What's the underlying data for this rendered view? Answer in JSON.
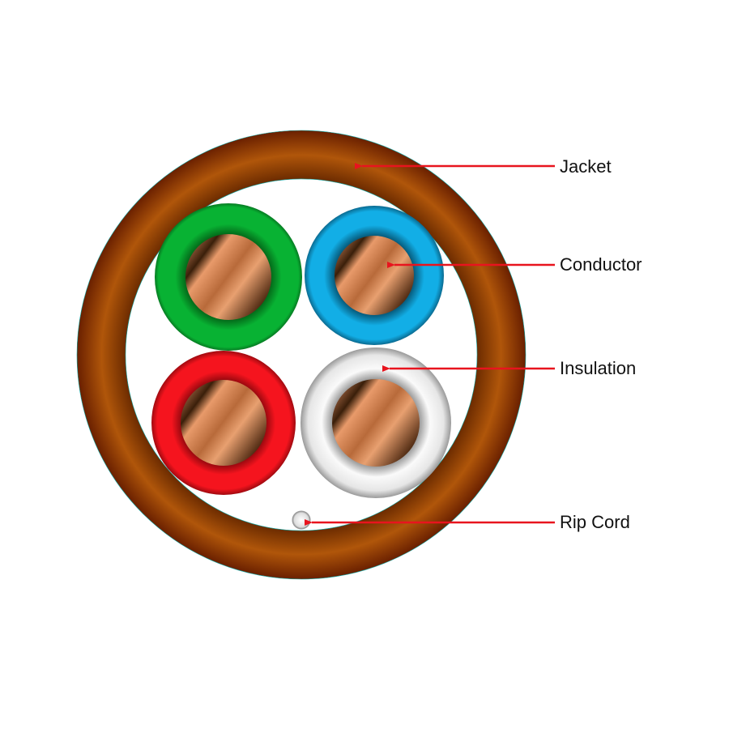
{
  "title": "Cable cross-section",
  "labels": {
    "jacket": "Jacket",
    "conductor": "Conductor",
    "insulation": "Insulation",
    "rip_cord": "Rip Cord"
  },
  "colors": {
    "jacket": "#a84e06",
    "green": "#08b233",
    "blue": "#10a8e0",
    "red": "#f0141e",
    "white": "#e8e8e8",
    "copper": "#c87a48",
    "arrow": "#e8141e"
  }
}
